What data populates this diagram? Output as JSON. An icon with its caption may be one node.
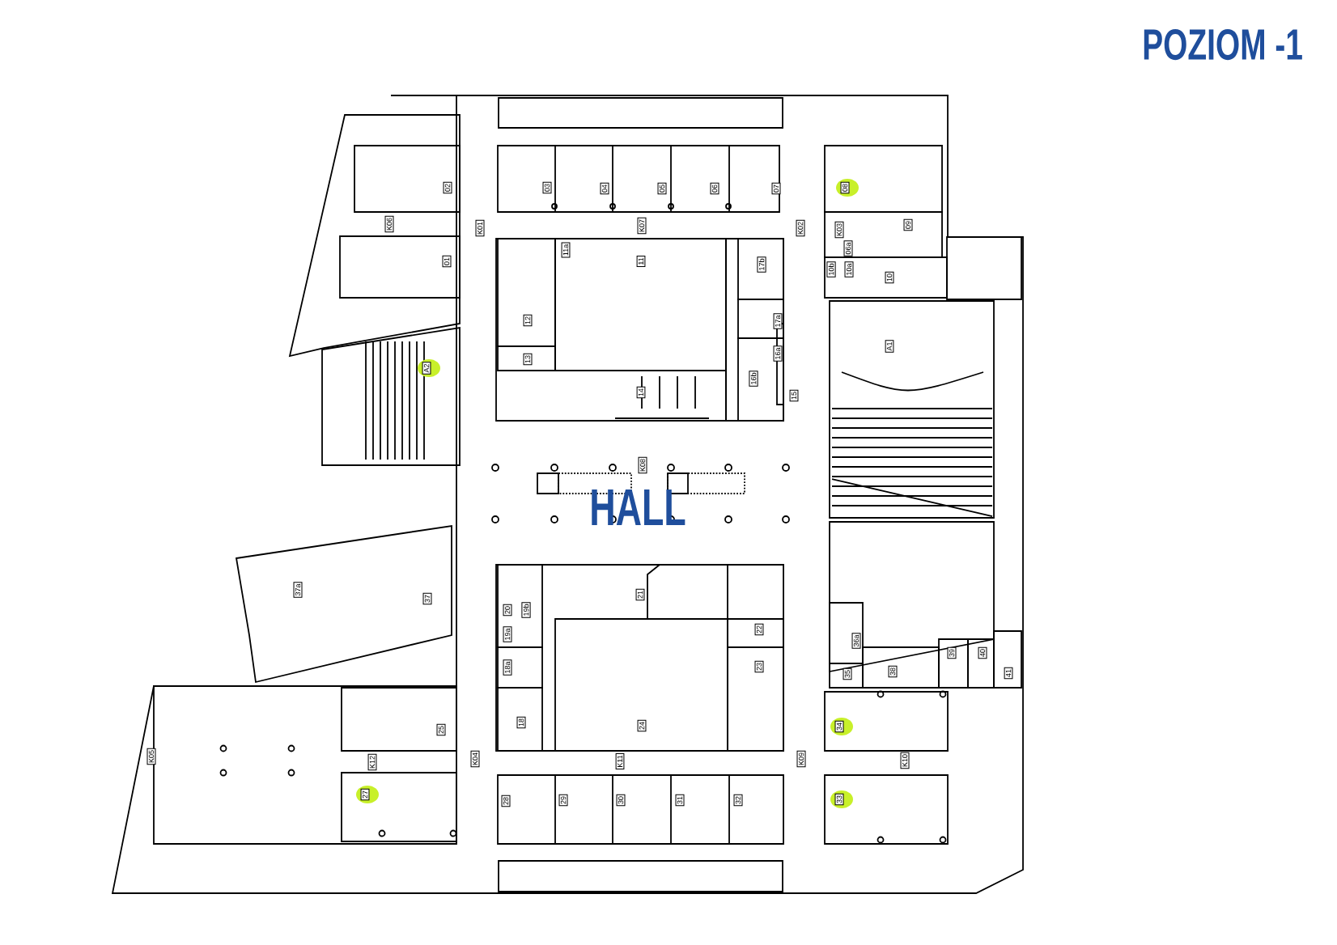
{
  "diagram": {
    "title": "POZIOM -1",
    "labels": [
      "02",
      "03",
      "04",
      "05",
      "06",
      "07",
      "08",
      "K06",
      "K01",
      "K07",
      "K02",
      "K03",
      "09",
      "11a",
      "06a",
      "01",
      "11",
      "17b",
      "10b",
      "10a",
      "10",
      "12",
      "17a",
      "A1",
      "16a",
      "13",
      "A2",
      "16b",
      "14",
      "15",
      "K08",
      "HALL",
      "37a",
      "37",
      "21",
      "20",
      "19b",
      "19a",
      "22",
      "18a",
      "23",
      "36a",
      "39",
      "40",
      "35",
      "38",
      "41",
      "25",
      "18",
      "24",
      "34",
      "K05",
      "K12",
      "K04",
      "K11",
      "K09",
      "K10",
      "27",
      "28",
      "29",
      "30",
      "31",
      "32",
      "33"
    ]
  }
}
